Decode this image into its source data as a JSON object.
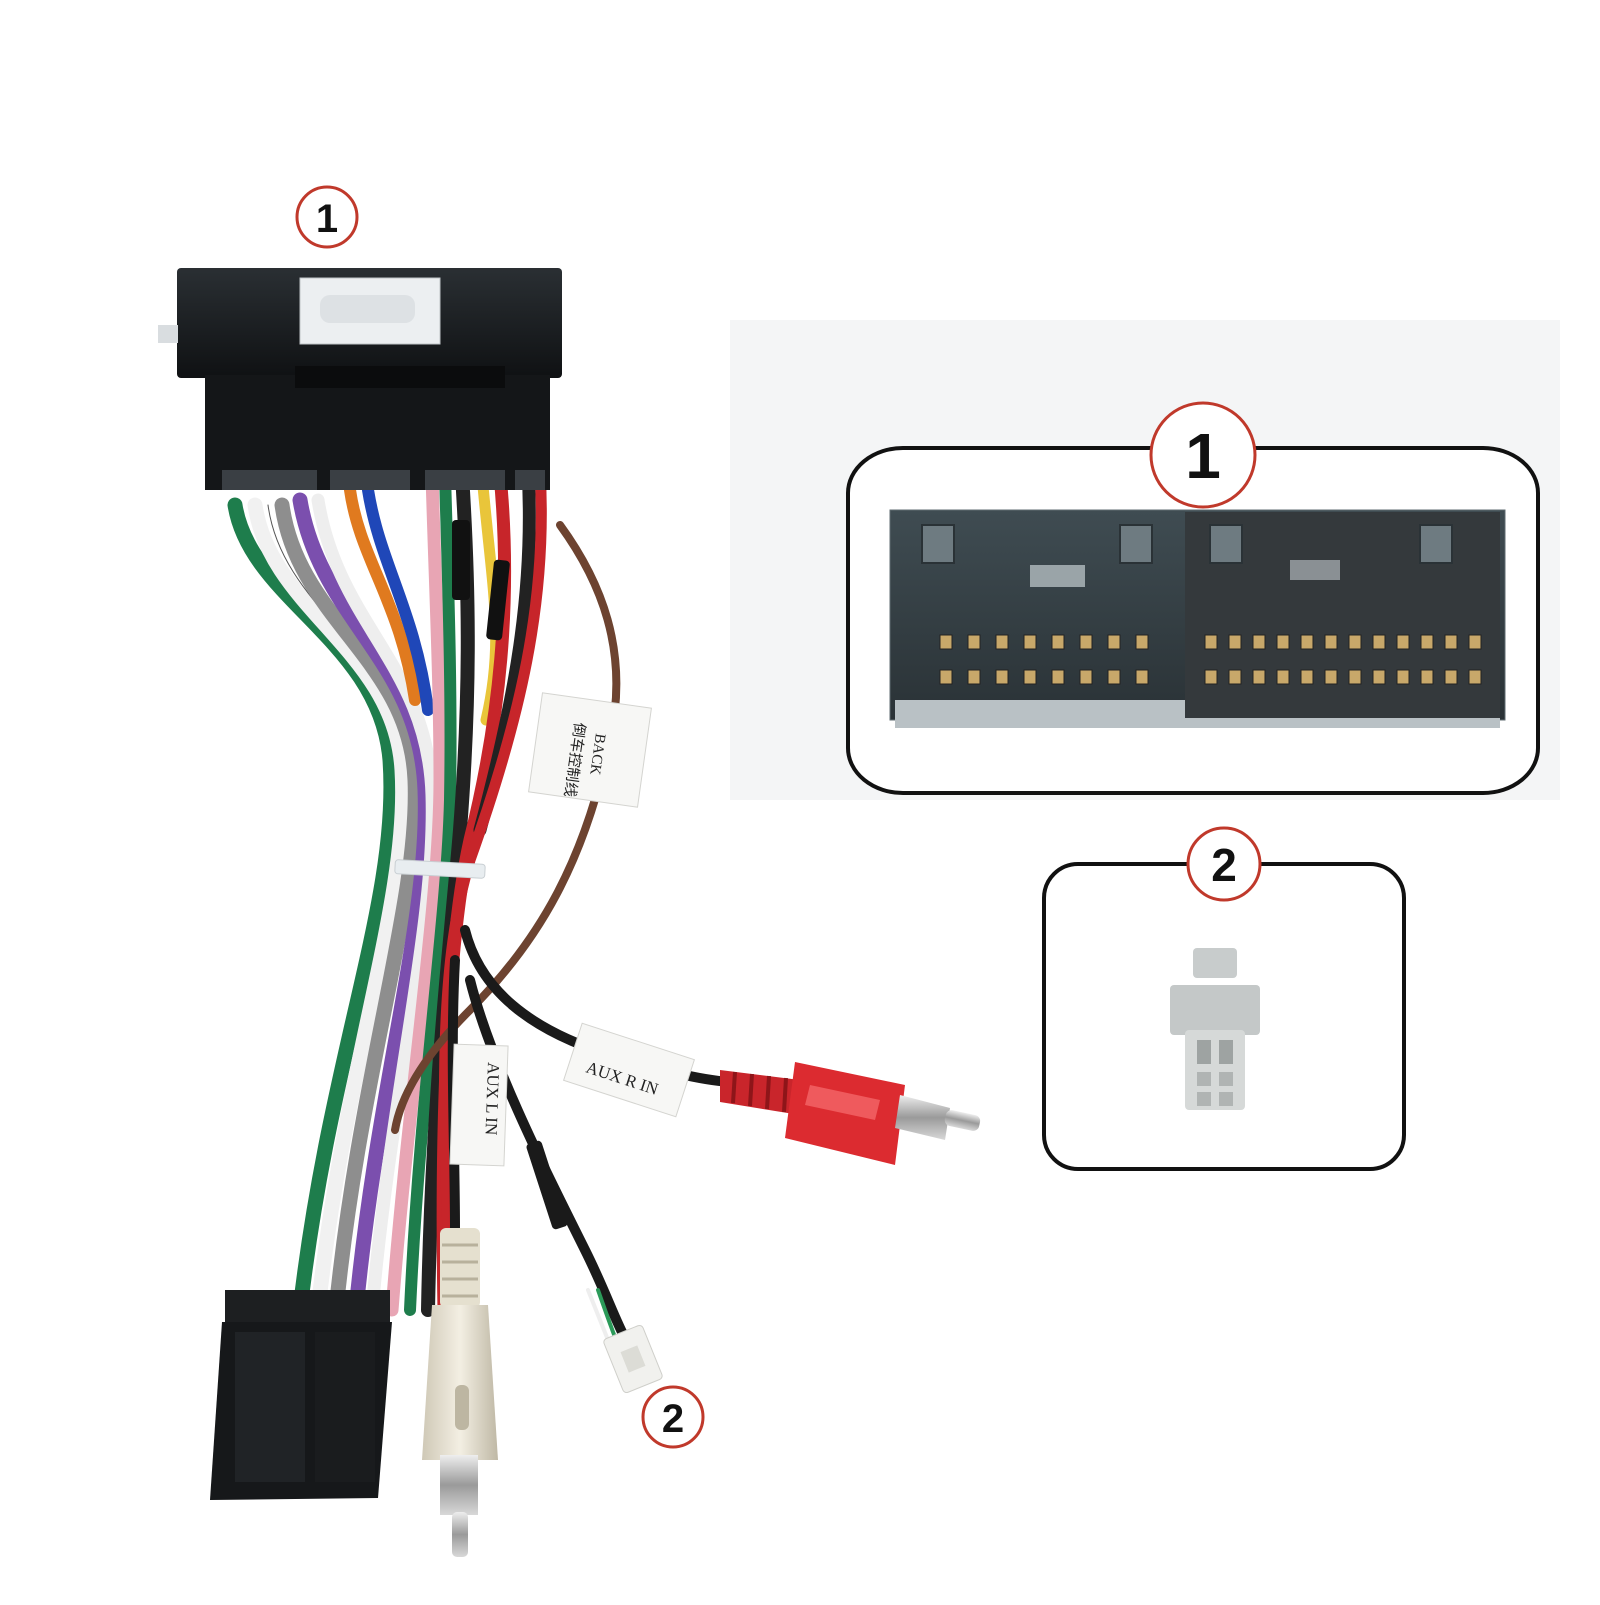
{
  "callouts": {
    "top_main": "1",
    "panel1": "1",
    "panel2": "2",
    "bottom_small": "2"
  },
  "labels": {
    "back_line1": "BACK",
    "back_line2": "倒车控制线",
    "aux_l": "AUX L IN",
    "aux_r": "AUX R IN"
  },
  "colors": {
    "callout_ring": "#c0392b",
    "panel_border": "#111111",
    "connector_body": "#1c1f22",
    "rca_red": "#d9262b",
    "rca_white": "#e9e4d6"
  }
}
